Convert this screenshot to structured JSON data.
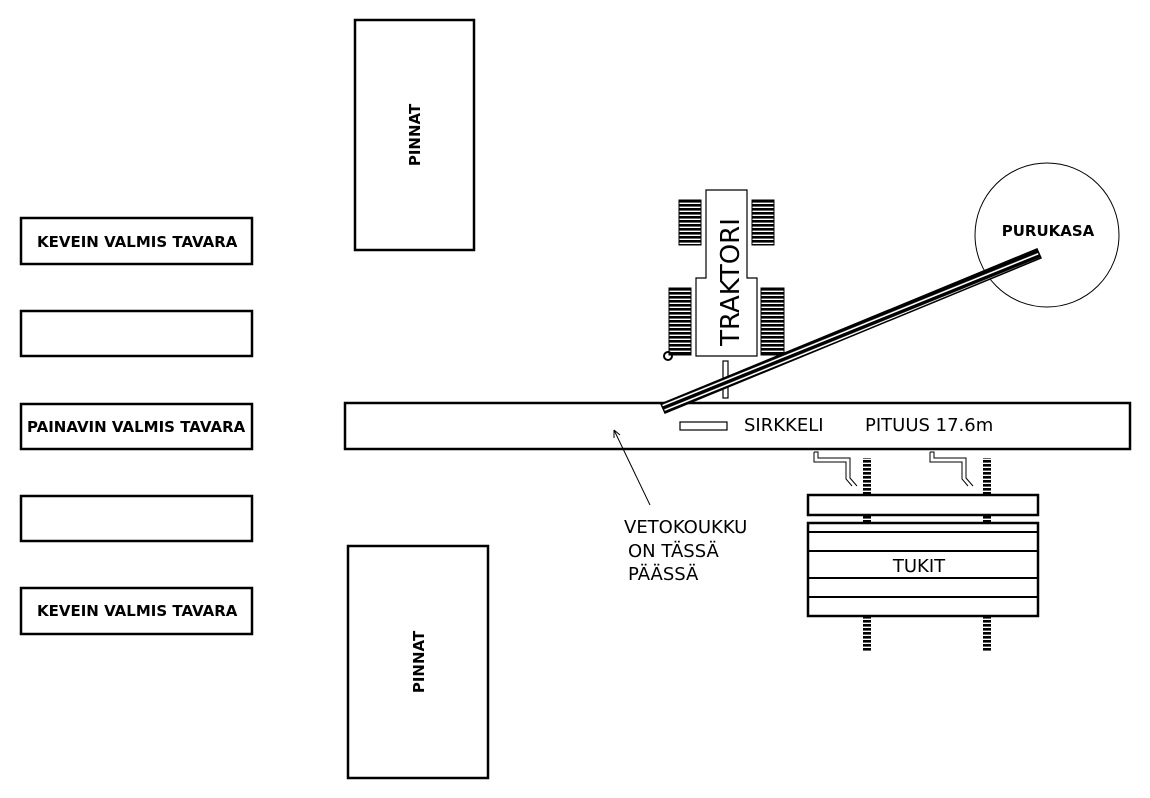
{
  "labels": {
    "pinnat_top": "PINNAT",
    "pinnat_bottom": "PINNAT",
    "kevein_top": "KEVEIN VALMIS TAVARA",
    "empty_1": "",
    "painavin": "PAINAVIN VALMIS TAVARA",
    "empty_2": "",
    "kevein_bottom": "KEVEIN VALMIS TAVARA",
    "traktori": "TRAKTORI",
    "purukasa": "PURUKASA",
    "sirkkeli": "SIRKKELI",
    "pituus": "PITUUS 17.6m",
    "vetokoukku_line1": "VETOKOUKKU",
    "vetokoukku_line2": "ON TÄSSÄ",
    "vetokoukku_line3": "PÄÄSSÄ",
    "tukit": "TUKIT"
  },
  "colors": {
    "line": "#000000",
    "background": "#ffffff"
  }
}
